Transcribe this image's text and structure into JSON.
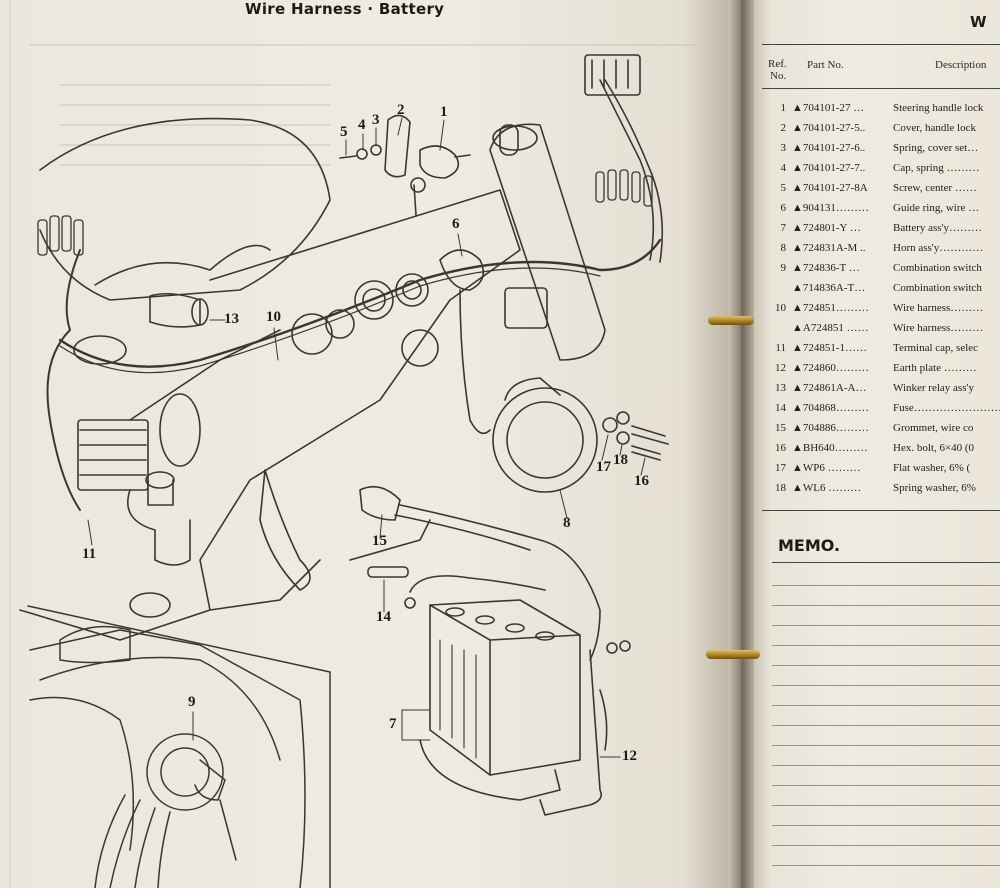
{
  "left_page": {
    "heading": "Wire Harness · Battery",
    "callouts": [
      {
        "n": "1"
      },
      {
        "n": "2"
      },
      {
        "n": "4"
      },
      {
        "n": "3"
      },
      {
        "n": "5"
      },
      {
        "n": "6"
      },
      {
        "n": "10"
      },
      {
        "n": "13"
      },
      {
        "n": "11"
      },
      {
        "n": "15"
      },
      {
        "n": "14"
      },
      {
        "n": "17"
      },
      {
        "n": "18"
      },
      {
        "n": "16"
      },
      {
        "n": "8"
      },
      {
        "n": "7"
      },
      {
        "n": "12"
      },
      {
        "n": "9"
      }
    ]
  },
  "right_page": {
    "heading": "W",
    "table": {
      "headers": {
        "ref": "Ref.",
        "ref2": "No.",
        "part": "Part No.",
        "desc": "Description"
      },
      "rows": [
        {
          "ref": "1",
          "part": "▲704101-27 …",
          "desc": "Steering handle lock"
        },
        {
          "ref": "2",
          "part": "▲704101-27-5..",
          "desc": "Cover, handle lock"
        },
        {
          "ref": "3",
          "part": "▲704101-27-6..",
          "desc": "Spring, cover set…"
        },
        {
          "ref": "4",
          "part": "▲704101-27-7..",
          "desc": "Cap, spring ………"
        },
        {
          "ref": "5",
          "part": "▲704101-27-8A",
          "desc": "Screw, center ……"
        },
        {
          "ref": "6",
          "part": "▲904131………",
          "desc": "Guide ring, wire …"
        },
        {
          "ref": "7",
          "part": "▲724801-Y …",
          "desc": "Battery ass'y………"
        },
        {
          "ref": "8",
          "part": "▲724831A-M ..",
          "desc": "Horn ass'y…………"
        },
        {
          "ref": "9",
          "part": "▲724836-T …",
          "desc": "Combination switch"
        },
        {
          "ref": "",
          "part": "▲714836A-T…",
          "desc": "Combination switch"
        },
        {
          "ref": "10",
          "part": "▲724851………",
          "desc": "Wire harness………"
        },
        {
          "ref": "",
          "part": "▲A724851 ……",
          "desc": "Wire harness………"
        },
        {
          "ref": "11",
          "part": "▲724851-1……",
          "desc": "Terminal cap, selec"
        },
        {
          "ref": "12",
          "part": "▲724860………",
          "desc": "Earth plate ………"
        },
        {
          "ref": "13",
          "part": "▲724861A-A…",
          "desc": "Winker relay ass'y"
        },
        {
          "ref": "14",
          "part": "▲704868………",
          "desc": "Fuse……………………"
        },
        {
          "ref": "15",
          "part": "▲704886………",
          "desc": "Grommet, wire co"
        },
        {
          "ref": "16",
          "part": "▲BH640………",
          "desc": "Hex. bolt, 6×40 (0"
        },
        {
          "ref": "17",
          "part": "▲WP6 ………",
          "desc": "Flat washer, 6% ("
        },
        {
          "ref": "18",
          "part": "▲WL6 ………",
          "desc": "Spring washer, 6%"
        }
      ]
    },
    "memo_title": "MEMO."
  }
}
